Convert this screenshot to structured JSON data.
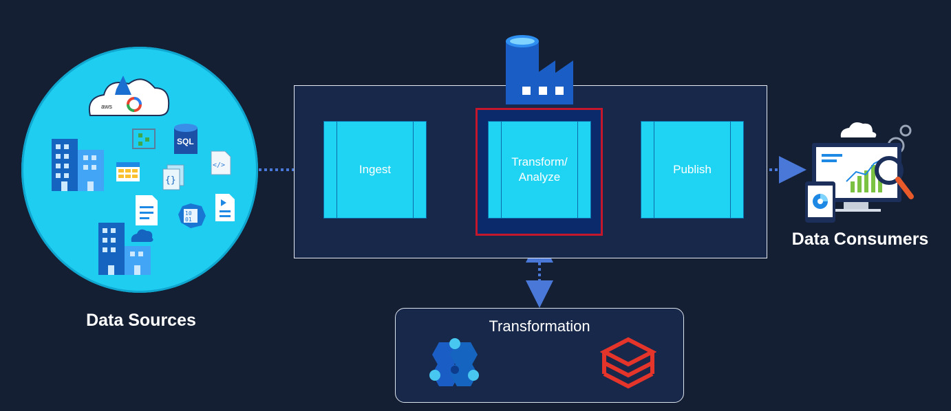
{
  "sources": {
    "label": "Data Sources",
    "cloud_badges": {
      "aws": "aws",
      "sql": "SQL",
      "binary": "10\n01"
    }
  },
  "pipeline": {
    "stages": [
      {
        "label": "Ingest"
      },
      {
        "label": "Transform/\nAnalyze"
      },
      {
        "label": "Publish"
      }
    ],
    "highlighted_stage": "Transform/\nAnalyze"
  },
  "transformation": {
    "title": "Transformation"
  },
  "consumers": {
    "label": "Data Consumers"
  },
  "colors": {
    "background": "#151f33",
    "accent_cyan": "#1ed4f2",
    "highlight_red": "#c4172b",
    "arrow_blue": "#4a78d8"
  }
}
